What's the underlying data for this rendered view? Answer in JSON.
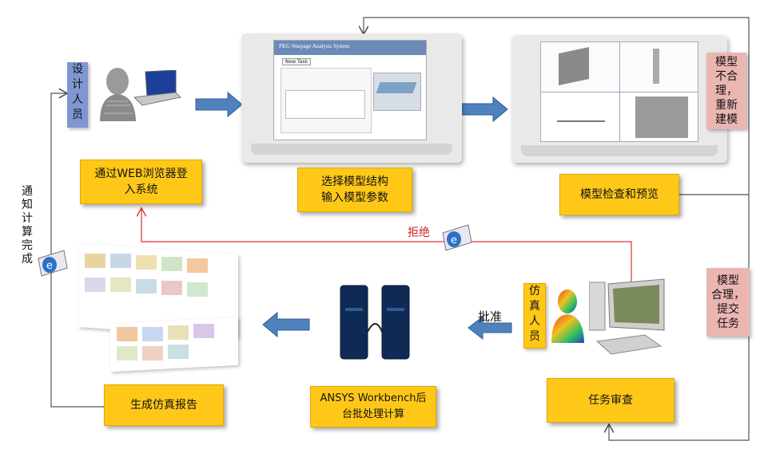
{
  "boxes": {
    "login": "通过WEB浏览器登入系统",
    "select_model": "选择模型结构\n输入模型参数",
    "check_preview": "模型检查和预览",
    "generate_report": "生成仿真报告",
    "batch_compute": "ANSYS Workbench后\n台批处理计算",
    "task_review": "任务审查"
  },
  "roles": {
    "designer": "设\n计\n人\n员",
    "simulator": "仿\n真\n人\n员"
  },
  "side_notes": {
    "unreasonable": "模型\n不合\n理，\n重新\n建模",
    "reasonable": "模型\n合理，\n提交\n任务",
    "notify": "通\n知\n计\n算\n完\n成"
  },
  "arrow_labels": {
    "reject": "拒绝",
    "approve": "批准"
  },
  "app_window": {
    "title": "PKG Warpage Analysis System",
    "tab": "New Task"
  },
  "colors": {
    "box_fill": "#ffc819",
    "role_fill": "#7e96d2",
    "note_fill": "#ebb6b2",
    "arrow_fill": "#4f81bd",
    "reject_line": "#e03030"
  }
}
